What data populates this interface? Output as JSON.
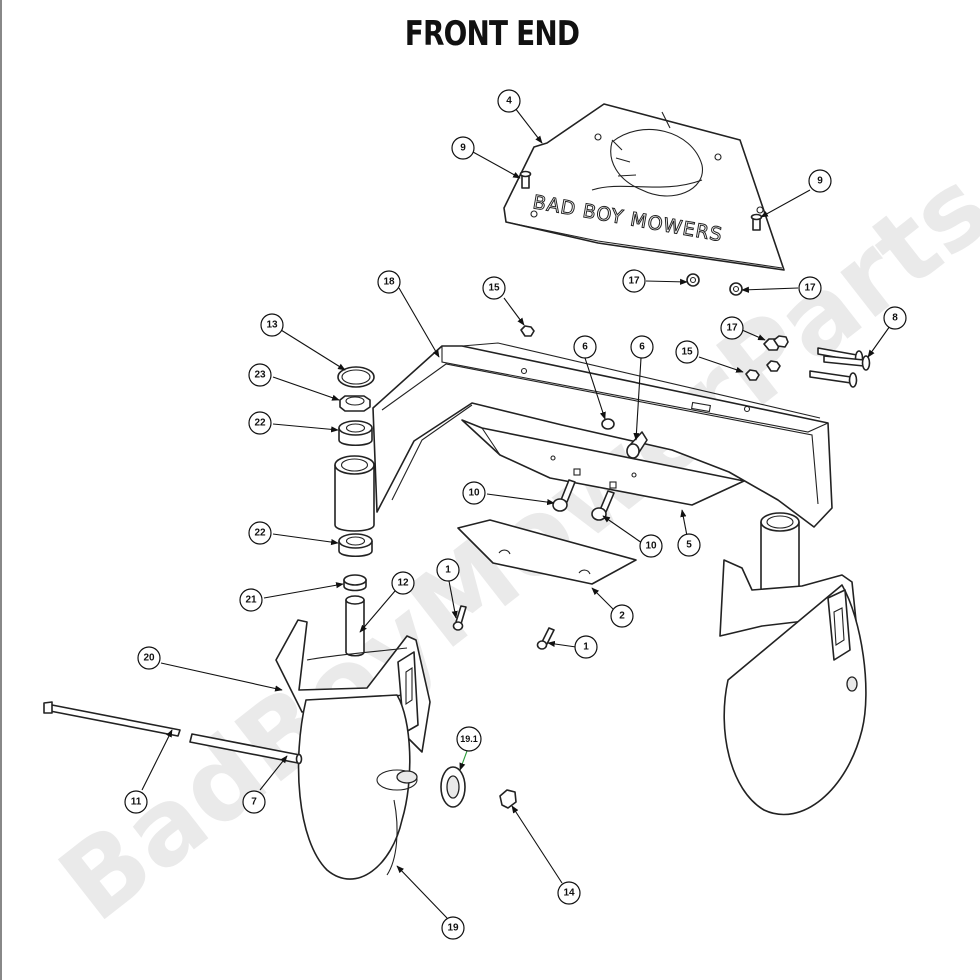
{
  "title": "FRONT END",
  "watermark": "BadBoyMowerParts.com",
  "logo_text": "BAD BOY MOWERS",
  "callouts": [
    "4",
    "9",
    "9",
    "17",
    "17",
    "18",
    "15",
    "13",
    "17",
    "8",
    "23",
    "6",
    "6",
    "15",
    "22",
    "10",
    "10",
    "5",
    "22",
    "1",
    "21",
    "12",
    "2",
    "1",
    "20",
    "19.1",
    "11",
    "7",
    "14",
    "19"
  ]
}
